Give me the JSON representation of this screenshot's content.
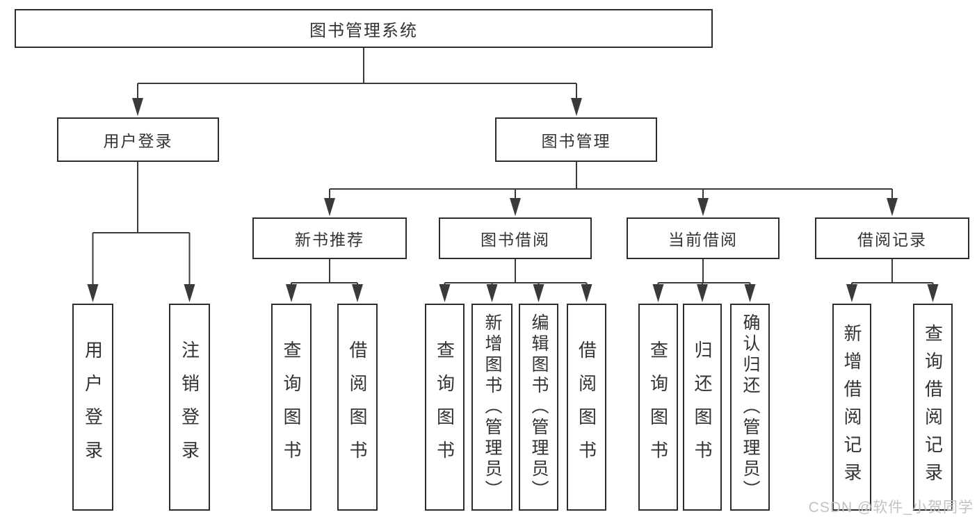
{
  "tree": {
    "label": "图书管理系统",
    "children": [
      {
        "label": "用户登录",
        "children": [
          {
            "label": "用户登录"
          },
          {
            "label": "注销登录"
          }
        ]
      },
      {
        "label": "图书管理",
        "children": [
          {
            "label": "新书推荐",
            "children": [
              {
                "label": "查询图书"
              },
              {
                "label": "借阅图书"
              }
            ]
          },
          {
            "label": "图书借阅",
            "children": [
              {
                "label": "查询图书"
              },
              {
                "label": "新增图书（管理员）"
              },
              {
                "label": "编辑图书（管理员）"
              },
              {
                "label": "借阅图书"
              }
            ]
          },
          {
            "label": "当前借阅",
            "children": [
              {
                "label": "查询图书"
              },
              {
                "label": "归还图书"
              },
              {
                "label": "确认归还（管理员）"
              }
            ]
          },
          {
            "label": "借阅记录",
            "children": [
              {
                "label": "新增借阅记录"
              },
              {
                "label": "查询借阅记录"
              }
            ]
          }
        ]
      }
    ]
  },
  "watermark": {
    "text": "CSDN @软件_小贺同学"
  },
  "colors": {
    "background": "#ffffff",
    "box_border": "#2d2d2d",
    "line": "#3a3a3a",
    "text": "#333333",
    "watermark": "#c2c2c2"
  }
}
